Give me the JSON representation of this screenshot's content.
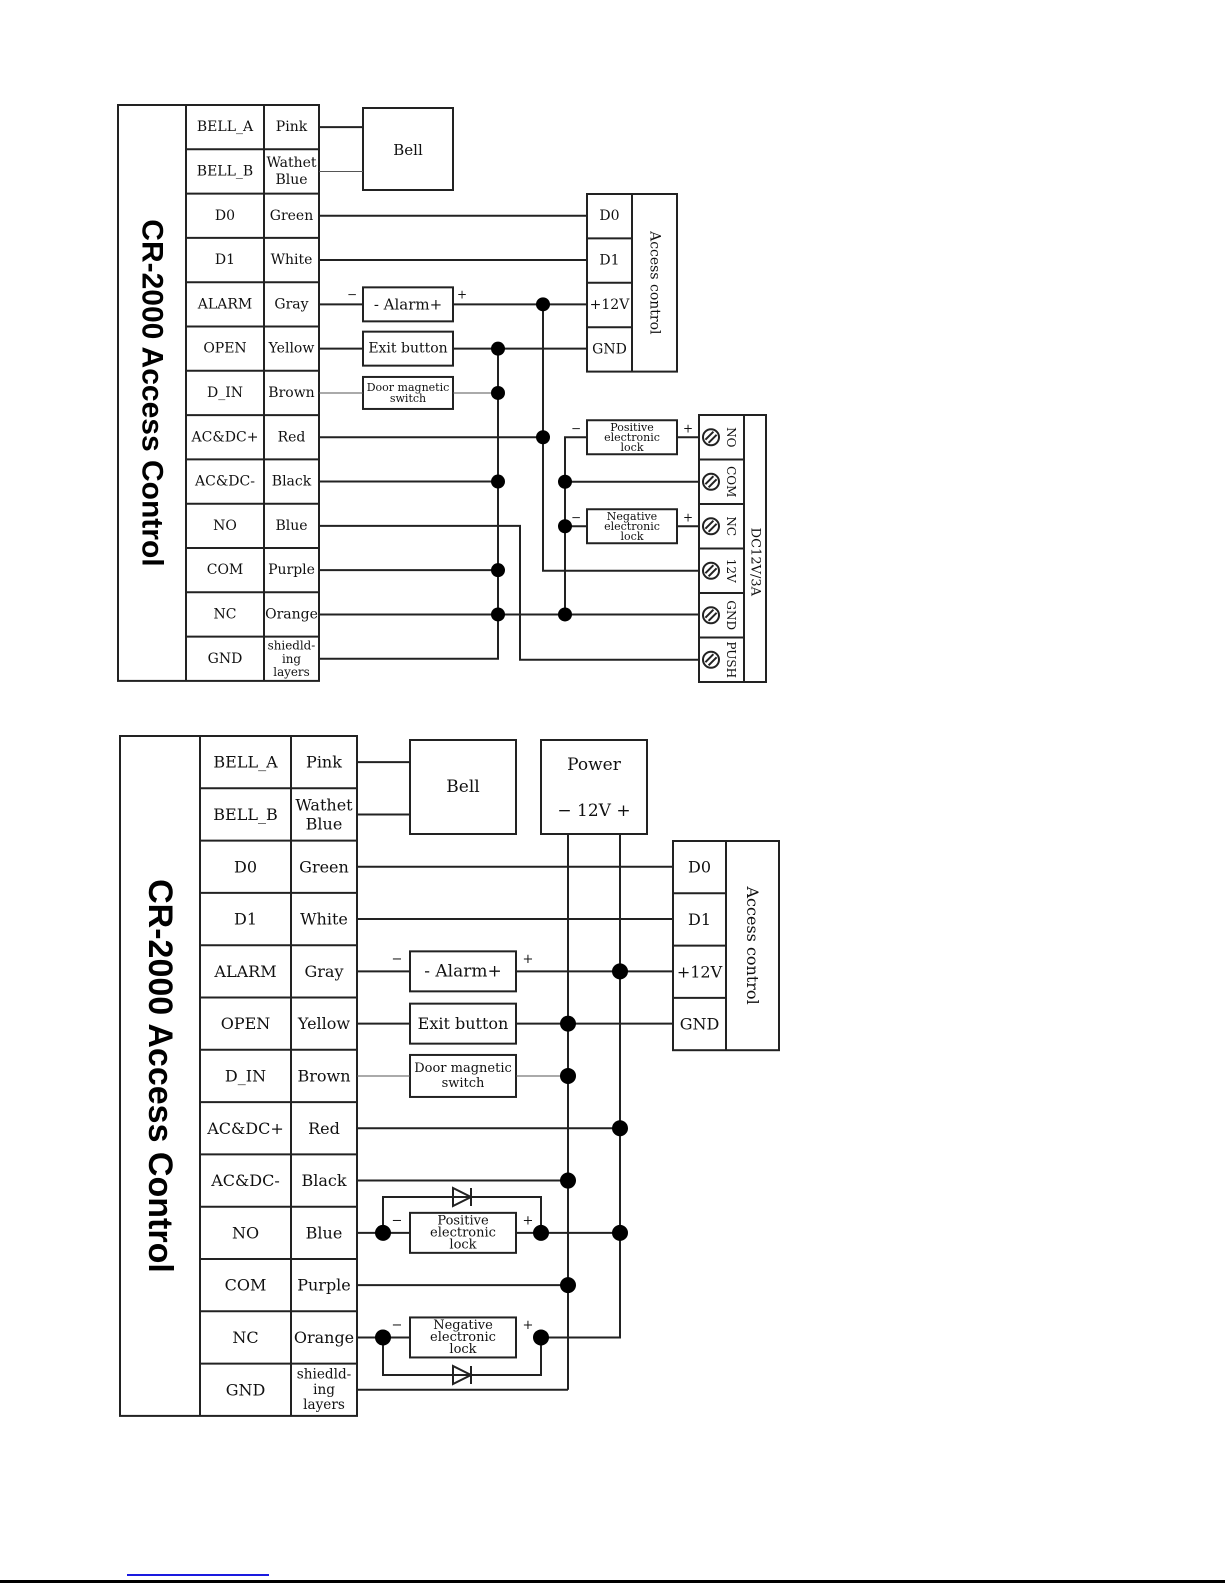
{
  "diagrams": [
    {
      "id": "top",
      "device_title": "CR-2000 Access Control",
      "pins": [
        {
          "name": "BELL_A",
          "color": "Pink"
        },
        {
          "name": "BELL_B",
          "color": "Wathet Blue"
        },
        {
          "name": "D0",
          "color": "Green"
        },
        {
          "name": "D1",
          "color": "White"
        },
        {
          "name": "ALARM",
          "color": "Gray"
        },
        {
          "name": "OPEN",
          "color": "Yellow"
        },
        {
          "name": "D_IN",
          "color": "Brown"
        },
        {
          "name": "AC&DC+",
          "color": "Red"
        },
        {
          "name": "AC&DC-",
          "color": "Black"
        },
        {
          "name": "NO",
          "color": "Blue"
        },
        {
          "name": "COM",
          "color": "Purple"
        },
        {
          "name": "NC",
          "color": "Orange"
        },
        {
          "name": "GND",
          "color": "shiedld-ing layers"
        }
      ],
      "components": {
        "bell": "Bell",
        "alarm": "- Alarm+",
        "exit_button": "Exit button",
        "door_switch": "Door magnetic switch",
        "positive_lock": "Positive electronic lock",
        "negative_lock": "Negative electronic lock"
      },
      "access_control": {
        "title": "Access control",
        "terminals": [
          "D0",
          "D1",
          "+12V",
          "GND"
        ]
      },
      "power_supply": {
        "title": "DC12V/3A",
        "terminals": [
          "NO",
          "COM",
          "NC",
          "12V",
          "GND",
          "PUSH"
        ]
      },
      "polarity": {
        "minus": "−",
        "plus": "+"
      }
    },
    {
      "id": "bottom",
      "device_title": "CR-2000 Access Control",
      "pins": [
        {
          "name": "BELL_A",
          "color": "Pink"
        },
        {
          "name": "BELL_B",
          "color": "Wathet Blue"
        },
        {
          "name": "D0",
          "color": "Green"
        },
        {
          "name": "D1",
          "color": "White"
        },
        {
          "name": "ALARM",
          "color": "Gray"
        },
        {
          "name": "OPEN",
          "color": "Yellow"
        },
        {
          "name": "D_IN",
          "color": "Brown"
        },
        {
          "name": "AC&DC+",
          "color": "Red"
        },
        {
          "name": "AC&DC-",
          "color": "Black"
        },
        {
          "name": "NO",
          "color": "Blue"
        },
        {
          "name": "COM",
          "color": "Purple"
        },
        {
          "name": "NC",
          "color": "Orange"
        },
        {
          "name": "GND",
          "color": "shiedld-ing layers"
        }
      ],
      "components": {
        "bell": "Bell",
        "alarm": "- Alarm+",
        "exit_button": "Exit button",
        "door_switch": "Door magnetic switch",
        "positive_lock": "Positive electronic lock",
        "negative_lock": "Negative electronic lock"
      },
      "power": {
        "title": "Power",
        "rating": "−  12V  +"
      },
      "access_control": {
        "title": "Access control",
        "terminals": [
          "D0",
          "D1",
          "+12V",
          "GND"
        ]
      },
      "polarity": {
        "minus": "−",
        "plus": "+"
      }
    }
  ]
}
